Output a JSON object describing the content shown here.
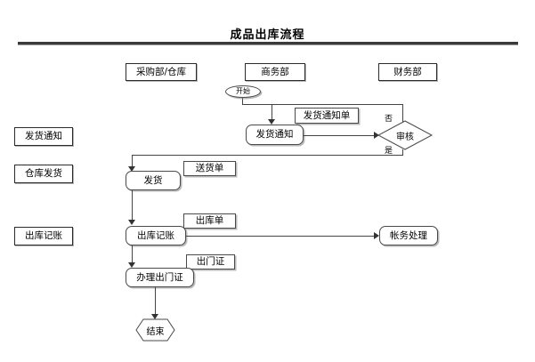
{
  "title": "成品出库流程",
  "lanes": [
    {
      "label": "采购部/仓库"
    },
    {
      "label": "商务部"
    },
    {
      "label": "财务部"
    }
  ],
  "stages": [
    {
      "label": "发货通知"
    },
    {
      "label": "仓库发货"
    },
    {
      "label": "出库记账"
    }
  ],
  "nodes": {
    "start": {
      "label": "开始",
      "type": "terminator"
    },
    "ship_notice": {
      "label": "发货通知",
      "type": "process"
    },
    "ship_notice_doc": {
      "label": "发货通知单",
      "type": "document"
    },
    "review": {
      "label": "审核",
      "type": "decision"
    },
    "deliver": {
      "label": "发货",
      "type": "process"
    },
    "delivery_doc": {
      "label": "送货单",
      "type": "document"
    },
    "stock_out_record": {
      "label": "出库记账",
      "type": "process"
    },
    "stock_out_doc": {
      "label": "出库单",
      "type": "document"
    },
    "gate_pass_process": {
      "label": "办理出门证",
      "type": "process"
    },
    "gate_pass_doc": {
      "label": "出门证",
      "type": "document"
    },
    "accounting": {
      "label": "帐务处理",
      "type": "process"
    },
    "end": {
      "label": "结束",
      "type": "terminator"
    }
  },
  "edge_labels": {
    "review_no": "否",
    "review_yes": "是"
  },
  "colors": {
    "line": "#444444",
    "text": "#000000",
    "background": "#ffffff",
    "rule": "#3a3a3a"
  }
}
